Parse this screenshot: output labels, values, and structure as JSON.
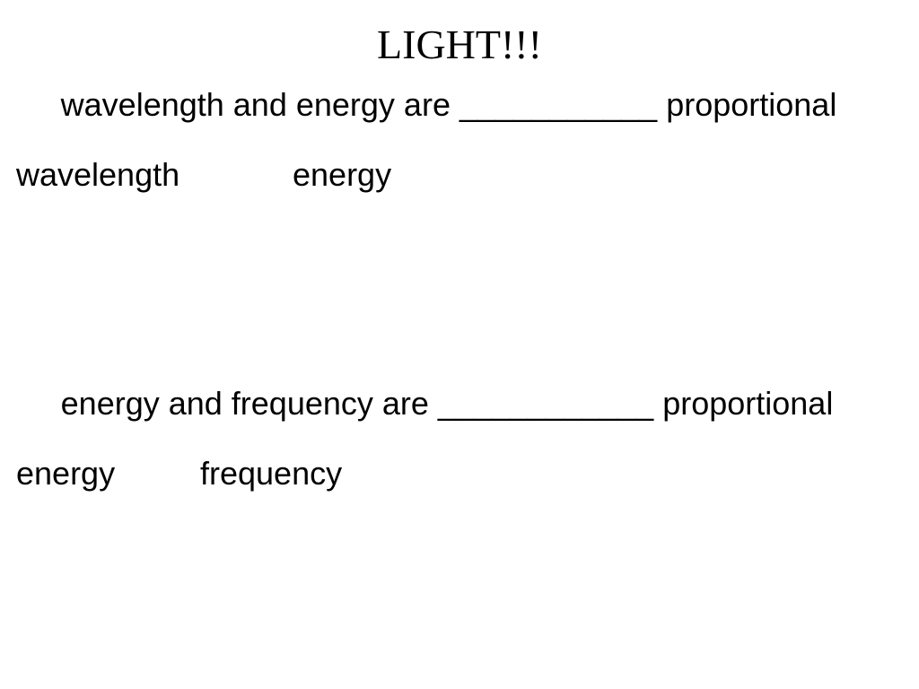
{
  "slide": {
    "title": "LIGHT!!!",
    "statement_1": "wavelength and energy are ___________ proportional",
    "word_1a": "wavelength",
    "word_1b": "energy",
    "statement_2": "energy and frequency are ____________ proportional",
    "word_2a": "energy",
    "word_2b": "frequency"
  }
}
